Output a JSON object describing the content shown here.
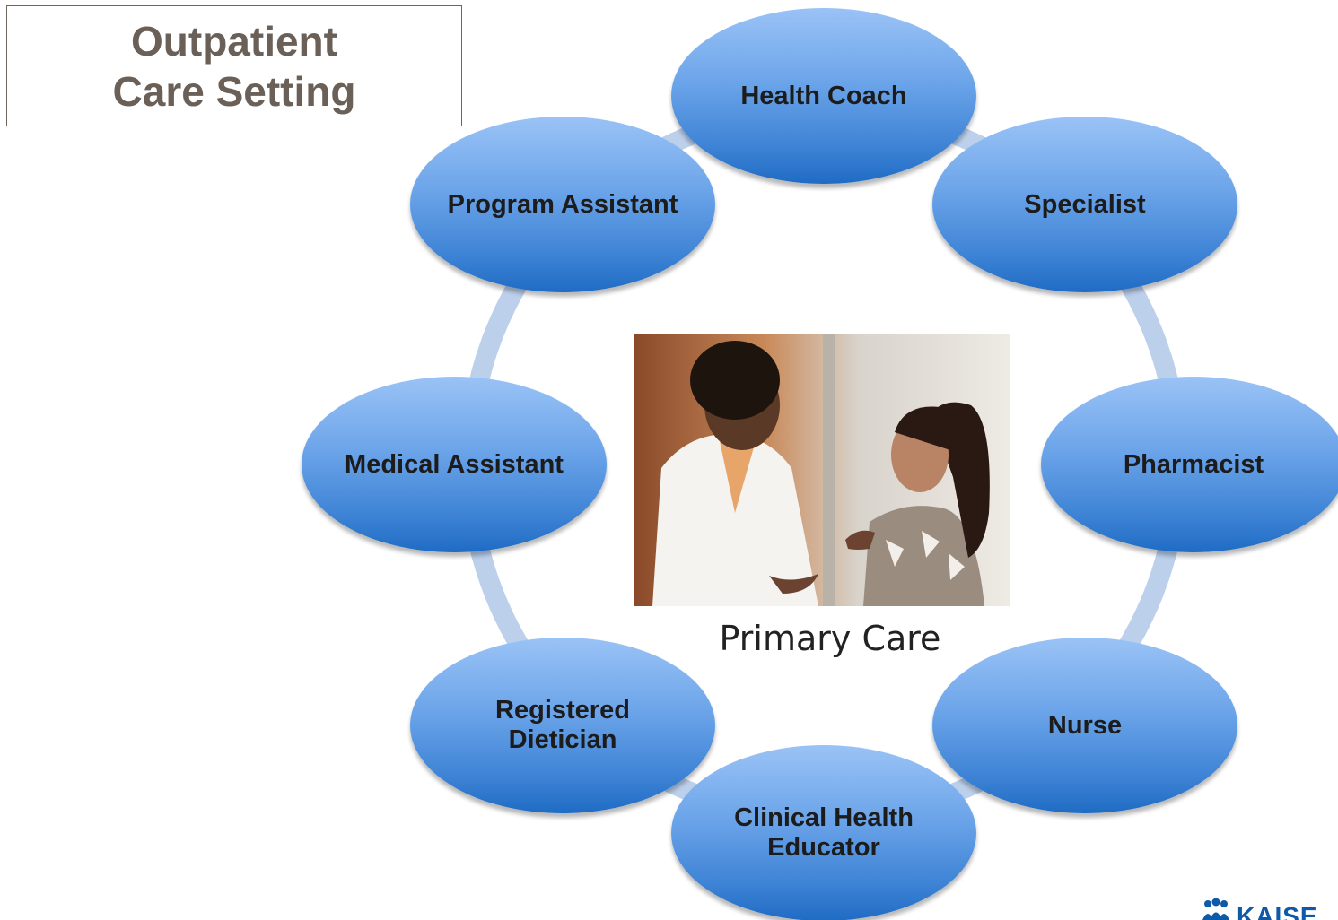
{
  "title": {
    "line1": "Outpatient",
    "line2": "Care Setting"
  },
  "center": {
    "label": "Primary Care"
  },
  "roles": [
    {
      "id": "health-coach",
      "label": "Health Coach"
    },
    {
      "id": "specialist",
      "label": "Specialist"
    },
    {
      "id": "pharmacist",
      "label": "Pharmacist"
    },
    {
      "id": "nurse",
      "label": "Nurse"
    },
    {
      "id": "clinical-health-educator",
      "label": "Clinical Health Educator"
    },
    {
      "id": "registered-dietician",
      "label": "Registered Dietician"
    },
    {
      "id": "medical-assistant",
      "label": "Medical Assistant"
    },
    {
      "id": "program-assistant",
      "label": "Program Assistant"
    }
  ],
  "logo": {
    "text": "KAISE"
  },
  "colors": {
    "title_text": "#6b6058",
    "node_top": "#9ac3f6",
    "node_bottom": "#1f6cc4",
    "ring": "#bcd0ec",
    "logo": "#0f5aa8"
  }
}
